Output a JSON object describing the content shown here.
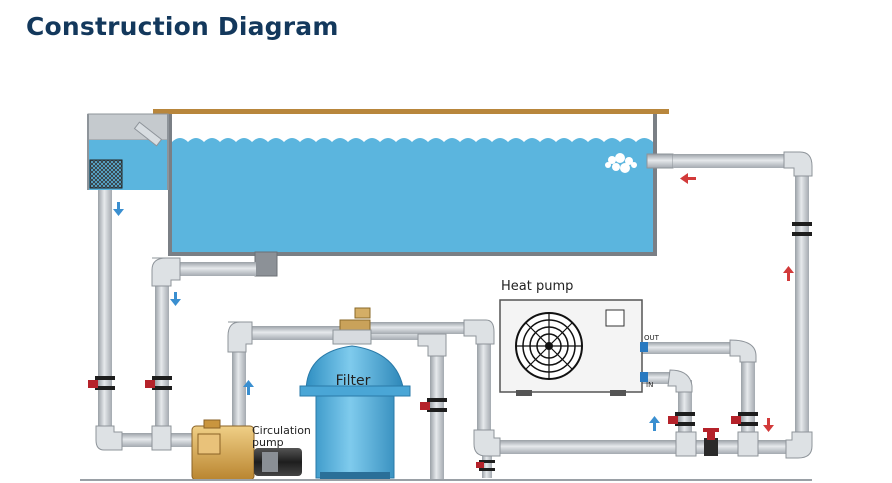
{
  "title": "Construction Diagram",
  "labels": {
    "heat_pump": "Heat pump",
    "filter": "Filter",
    "circulation_pump_line1": "Circulation",
    "circulation_pump_line2": "pump",
    "out_port": "OUT",
    "in_port": "IN"
  },
  "colors": {
    "title": "#13385c",
    "water": "#5bb5de",
    "pipe": "#c9ced4",
    "pipe_edge": "#8e949a",
    "filter_tank": "#5fb7e0",
    "pump_body": "#d8a84e",
    "valve_handle": "#b5222a",
    "flow_arrow_blue": "#3a8fd0",
    "flow_arrow_red": "#d23a3a",
    "deck": "#b8863c"
  }
}
